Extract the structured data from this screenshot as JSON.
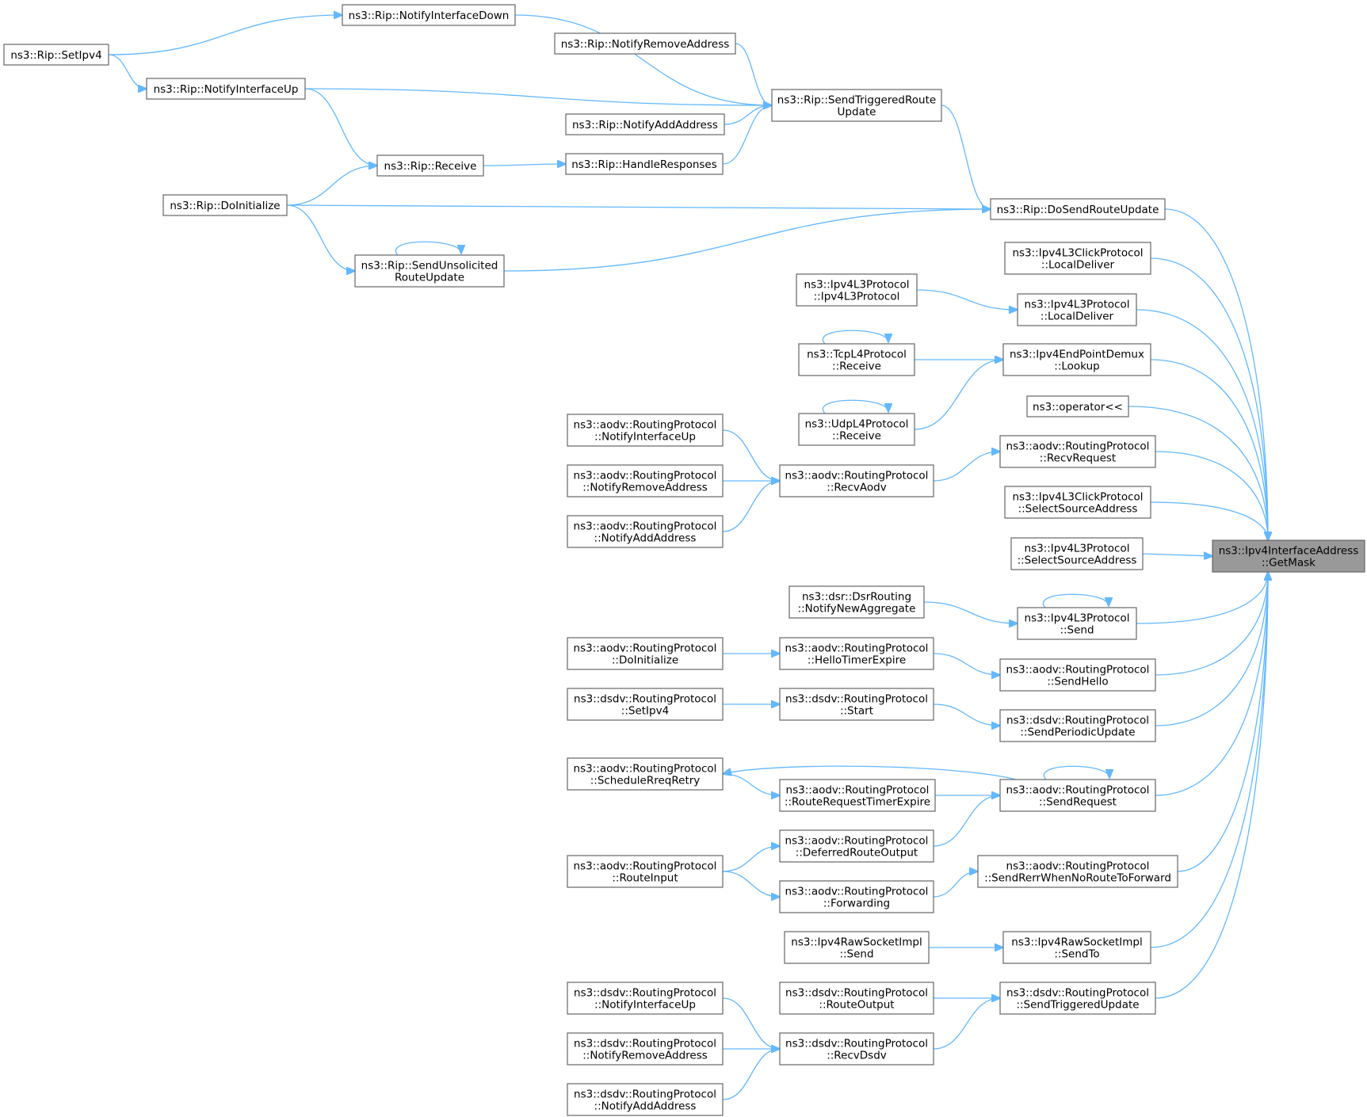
{
  "graph": {
    "title": "",
    "colors": {
      "edge": "#63b8ff",
      "node_border": "#666666",
      "node_fill": "#ffffff",
      "target_fill": "#999999"
    },
    "nodes": [
      {
        "id": "getmask",
        "lines": [
          "ns3::Ipv4InterfaceAddress",
          "::GetMask"
        ],
        "target": true
      },
      {
        "id": "notifyDown",
        "lines": [
          "ns3::Rip::NotifyInterfaceDown"
        ]
      },
      {
        "id": "setipv4",
        "lines": [
          "ns3::Rip::SetIpv4"
        ]
      },
      {
        "id": "notifyRemove",
        "lines": [
          "ns3::Rip::NotifyRemoveAddress"
        ]
      },
      {
        "id": "notifyUp",
        "lines": [
          "ns3::Rip::NotifyInterfaceUp"
        ]
      },
      {
        "id": "sendTriggered",
        "lines": [
          "ns3::Rip::SendTriggeredRoute",
          "Update"
        ]
      },
      {
        "id": "notifyAdd",
        "lines": [
          "ns3::Rip::NotifyAddAddress"
        ]
      },
      {
        "id": "ripReceive",
        "lines": [
          "ns3::Rip::Receive"
        ]
      },
      {
        "id": "handleResp",
        "lines": [
          "ns3::Rip::HandleResponses"
        ]
      },
      {
        "id": "ripDoInit",
        "lines": [
          "ns3::Rip::DoInitialize"
        ]
      },
      {
        "id": "doSendRoute",
        "lines": [
          "ns3::Rip::DoSendRouteUpdate"
        ]
      },
      {
        "id": "sendUnsol",
        "lines": [
          "ns3::Rip::SendUnsolicited",
          "RouteUpdate"
        ]
      },
      {
        "id": "clickLocal",
        "lines": [
          "ns3::Ipv4L3ClickProtocol",
          "::LocalDeliver"
        ]
      },
      {
        "id": "l3ctor",
        "lines": [
          "ns3::Ipv4L3Protocol",
          "::Ipv4L3Protocol"
        ]
      },
      {
        "id": "l3Local",
        "lines": [
          "ns3::Ipv4L3Protocol",
          "::LocalDeliver"
        ]
      },
      {
        "id": "tcpRecv",
        "lines": [
          "ns3::TcpL4Protocol",
          "::Receive"
        ]
      },
      {
        "id": "lookup",
        "lines": [
          "ns3::Ipv4EndPointDemux",
          "::Lookup"
        ]
      },
      {
        "id": "operator",
        "lines": [
          "ns3::operator<<"
        ]
      },
      {
        "id": "udpRecv",
        "lines": [
          "ns3::UdpL4Protocol",
          "::Receive"
        ]
      },
      {
        "id": "aodvNotifyUp",
        "lines": [
          "ns3::aodv::RoutingProtocol",
          "::NotifyInterfaceUp"
        ]
      },
      {
        "id": "recvRequest",
        "lines": [
          "ns3::aodv::RoutingProtocol",
          "::RecvRequest"
        ]
      },
      {
        "id": "aodvNotifyRemove",
        "lines": [
          "ns3::aodv::RoutingProtocol",
          "::NotifyRemoveAddress"
        ]
      },
      {
        "id": "recvAodv",
        "lines": [
          "ns3::aodv::RoutingProtocol",
          "::RecvAodv"
        ]
      },
      {
        "id": "clickSelect",
        "lines": [
          "ns3::Ipv4L3ClickProtocol",
          "::SelectSourceAddress"
        ]
      },
      {
        "id": "aodvNotifyAdd",
        "lines": [
          "ns3::aodv::RoutingProtocol",
          "::NotifyAddAddress"
        ]
      },
      {
        "id": "l3Select",
        "lines": [
          "ns3::Ipv4L3Protocol",
          "::SelectSourceAddress"
        ]
      },
      {
        "id": "dsrNotify",
        "lines": [
          "ns3::dsr::DsrRouting",
          "::NotifyNewAggregate"
        ]
      },
      {
        "id": "l3Send",
        "lines": [
          "ns3::Ipv4L3Protocol",
          "::Send"
        ]
      },
      {
        "id": "aodvDoInit",
        "lines": [
          "ns3::aodv::RoutingProtocol",
          "::DoInitialize"
        ]
      },
      {
        "id": "helloTimer",
        "lines": [
          "ns3::aodv::RoutingProtocol",
          "::HelloTimerExpire"
        ]
      },
      {
        "id": "sendHello",
        "lines": [
          "ns3::aodv::RoutingProtocol",
          "::SendHello"
        ]
      },
      {
        "id": "dsdvSetIpv4",
        "lines": [
          "ns3::dsdv::RoutingProtocol",
          "::SetIpv4"
        ]
      },
      {
        "id": "dsdvStart",
        "lines": [
          "ns3::dsdv::RoutingProtocol",
          "::Start"
        ]
      },
      {
        "id": "sendPeriodic",
        "lines": [
          "ns3::dsdv::RoutingProtocol",
          "::SendPeriodicUpdate"
        ]
      },
      {
        "id": "schedRreq",
        "lines": [
          "ns3::aodv::RoutingProtocol",
          "::ScheduleRreqRetry"
        ]
      },
      {
        "id": "rreqTimer",
        "lines": [
          "ns3::aodv::RoutingProtocol",
          "::RouteRequestTimerExpire"
        ]
      },
      {
        "id": "sendRequest",
        "lines": [
          "ns3::aodv::RoutingProtocol",
          "::SendRequest"
        ]
      },
      {
        "id": "deferred",
        "lines": [
          "ns3::aodv::RoutingProtocol",
          "::DeferredRouteOutput"
        ]
      },
      {
        "id": "routeInput",
        "lines": [
          "ns3::aodv::RoutingProtocol",
          "::RouteInput"
        ]
      },
      {
        "id": "sendRerr",
        "lines": [
          "ns3::aodv::RoutingProtocol",
          "::SendRerrWhenNoRouteToForward"
        ]
      },
      {
        "id": "forwarding",
        "lines": [
          "ns3::aodv::RoutingProtocol",
          "::Forwarding"
        ]
      },
      {
        "id": "rawSend",
        "lines": [
          "ns3::Ipv4RawSocketImpl",
          "::Send"
        ]
      },
      {
        "id": "rawSendTo",
        "lines": [
          "ns3::Ipv4RawSocketImpl",
          "::SendTo"
        ]
      },
      {
        "id": "dsdvNotifyUp",
        "lines": [
          "ns3::dsdv::RoutingProtocol",
          "::NotifyInterfaceUp"
        ]
      },
      {
        "id": "dsdvRouteOutput",
        "lines": [
          "ns3::dsdv::RoutingProtocol",
          "::RouteOutput"
        ]
      },
      {
        "id": "sendTrigUpd",
        "lines": [
          "ns3::dsdv::RoutingProtocol",
          "::SendTriggeredUpdate"
        ]
      },
      {
        "id": "dsdvNotifyRemove",
        "lines": [
          "ns3::dsdv::RoutingProtocol",
          "::NotifyRemoveAddress"
        ]
      },
      {
        "id": "recvDsdv",
        "lines": [
          "ns3::dsdv::RoutingProtocol",
          "::RecvDsdv"
        ]
      },
      {
        "id": "dsdvNotifyAdd",
        "lines": [
          "ns3::dsdv::RoutingProtocol",
          "::NotifyAddAddress"
        ]
      }
    ],
    "edges": [
      {
        "from": "doSendRoute",
        "to": "getmask"
      },
      {
        "from": "clickLocal",
        "to": "getmask"
      },
      {
        "from": "l3Local",
        "to": "getmask"
      },
      {
        "from": "lookup",
        "to": "getmask"
      },
      {
        "from": "operator",
        "to": "getmask"
      },
      {
        "from": "recvRequest",
        "to": "getmask"
      },
      {
        "from": "clickSelect",
        "to": "getmask"
      },
      {
        "from": "l3Select",
        "to": "getmask"
      },
      {
        "from": "l3Send",
        "to": "getmask"
      },
      {
        "from": "sendHello",
        "to": "getmask"
      },
      {
        "from": "sendPeriodic",
        "to": "getmask"
      },
      {
        "from": "sendRequest",
        "to": "getmask"
      },
      {
        "from": "sendRerr",
        "to": "getmask"
      },
      {
        "from": "rawSendTo",
        "to": "getmask"
      },
      {
        "from": "sendTrigUpd",
        "to": "getmask"
      },
      {
        "from": "sendTriggered",
        "to": "doSendRoute"
      },
      {
        "from": "ripDoInit",
        "to": "doSendRoute"
      },
      {
        "from": "sendUnsol",
        "to": "doSendRoute"
      },
      {
        "from": "notifyDown",
        "to": "sendTriggered"
      },
      {
        "from": "notifyRemove",
        "to": "sendTriggered"
      },
      {
        "from": "notifyUp",
        "to": "sendTriggered"
      },
      {
        "from": "notifyAdd",
        "to": "sendTriggered"
      },
      {
        "from": "handleResp",
        "to": "sendTriggered"
      },
      {
        "from": "setipv4",
        "to": "notifyDown"
      },
      {
        "from": "setipv4",
        "to": "notifyUp"
      },
      {
        "from": "notifyUp",
        "to": "ripReceive"
      },
      {
        "from": "ripReceive",
        "to": "handleResp"
      },
      {
        "from": "ripDoInit",
        "to": "ripReceive"
      },
      {
        "from": "ripDoInit",
        "to": "sendUnsol"
      },
      {
        "from": "sendUnsol",
        "to": "sendUnsol"
      },
      {
        "from": "l3ctor",
        "to": "l3Local"
      },
      {
        "from": "tcpRecv",
        "to": "lookup"
      },
      {
        "from": "udpRecv",
        "to": "lookup"
      },
      {
        "from": "tcpRecv",
        "to": "tcpRecv"
      },
      {
        "from": "udpRecv",
        "to": "udpRecv"
      },
      {
        "from": "recvAodv",
        "to": "recvRequest"
      },
      {
        "from": "aodvNotifyUp",
        "to": "recvAodv"
      },
      {
        "from": "aodvNotifyRemove",
        "to": "recvAodv"
      },
      {
        "from": "aodvNotifyAdd",
        "to": "recvAodv"
      },
      {
        "from": "dsrNotify",
        "to": "l3Send"
      },
      {
        "from": "l3Send",
        "to": "l3Send"
      },
      {
        "from": "helloTimer",
        "to": "sendHello"
      },
      {
        "from": "aodvDoInit",
        "to": "helloTimer"
      },
      {
        "from": "dsdvStart",
        "to": "sendPeriodic"
      },
      {
        "from": "dsdvSetIpv4",
        "to": "dsdvStart"
      },
      {
        "from": "sendRequest",
        "to": "sendRequest"
      },
      {
        "from": "sendRequest",
        "to": "schedRreq"
      },
      {
        "from": "rreqTimer",
        "to": "sendRequest"
      },
      {
        "from": "schedRreq",
        "to": "rreqTimer"
      },
      {
        "from": "deferred",
        "to": "sendRequest"
      },
      {
        "from": "routeInput",
        "to": "deferred"
      },
      {
        "from": "forwarding",
        "to": "sendRerr"
      },
      {
        "from": "routeInput",
        "to": "forwarding"
      },
      {
        "from": "rawSend",
        "to": "rawSendTo"
      },
      {
        "from": "dsdvRouteOutput",
        "to": "sendTrigUpd"
      },
      {
        "from": "recvDsdv",
        "to": "sendTrigUpd"
      },
      {
        "from": "dsdvNotifyUp",
        "to": "recvDsdv"
      },
      {
        "from": "dsdvNotifyRemove",
        "to": "recvDsdv"
      },
      {
        "from": "dsdvNotifyAdd",
        "to": "recvDsdv"
      }
    ]
  }
}
